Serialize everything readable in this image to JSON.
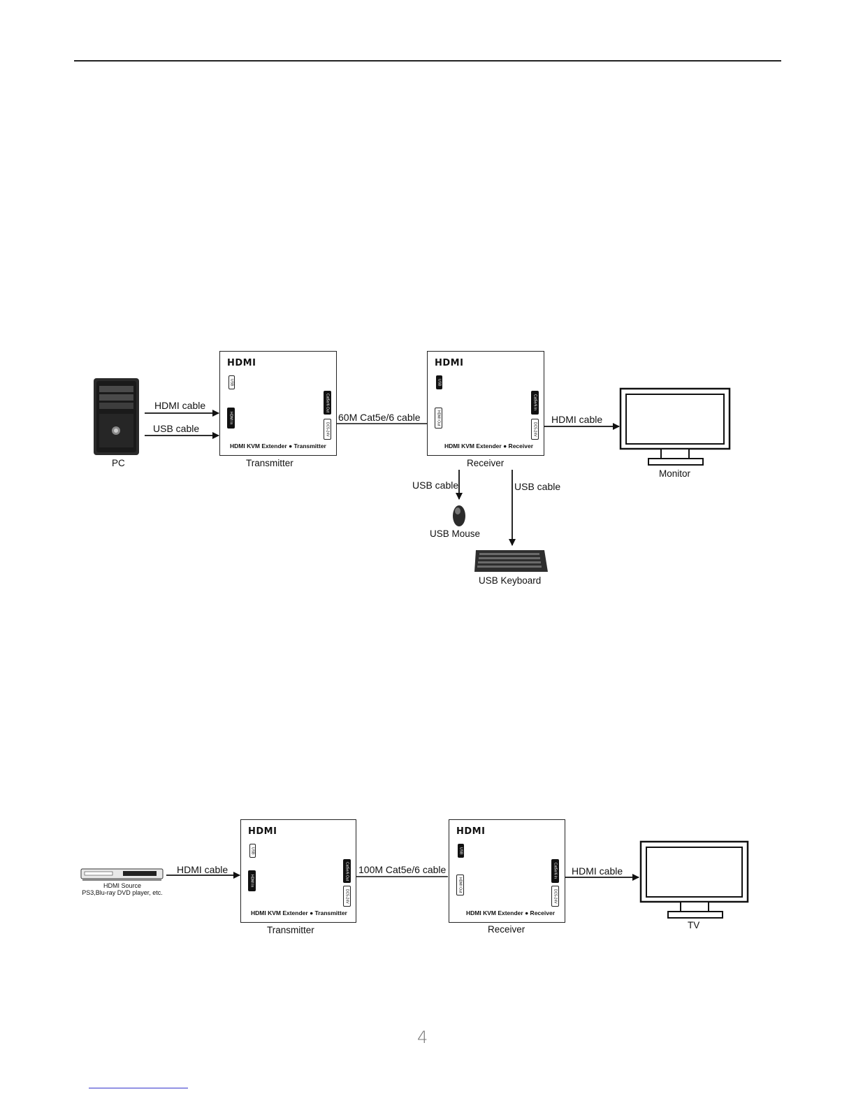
{
  "diagram1": {
    "pc_label": "PC",
    "hdmi_cable_1": "HDMI cable",
    "usb_cable_1": "USB cable",
    "transmitter": {
      "logo": "HDMI",
      "port_usb": "USB",
      "port_hdmi": "HDMI In",
      "port_cat": "Cat5e/6 Out",
      "port_dc": "DC5-24V",
      "caption": "HDMI  KVM Extender ● Transmitter",
      "label": "Transmitter"
    },
    "cat_cable": "60M Cat5e/6 cable",
    "receiver": {
      "logo": "HDMI",
      "port_usb": "USB",
      "port_hdmi": "HDMI Out",
      "port_cat": "Cat5e/6 In",
      "port_dc": "DC5-24V",
      "caption": "HDMI  KVM Extender ● Receiver",
      "label": "Receiver"
    },
    "hdmi_cable_2": "HDMI cable",
    "monitor_label": "Monitor",
    "usb_cable_mouse": "USB cable",
    "usb_cable_keyboard": "USB cable",
    "mouse_label": "USB Mouse",
    "keyboard_label": "USB Keyboard"
  },
  "diagram2": {
    "source_label_1": "HDMI Source",
    "source_label_2": "PS3,Blu-ray DVD player, etc.",
    "hdmi_cable_1": "HDMI cable",
    "transmitter": {
      "logo": "HDMI",
      "port_usb": "USB",
      "port_hdmi": "HDMI In",
      "port_cat": "Cat5e/6 Out",
      "port_dc": "DC5-24V",
      "caption": "HDMI  KVM Extender ● Transmitter",
      "label": "Transmitter"
    },
    "cat_cable": "100M Cat5e/6 cable",
    "receiver": {
      "logo": "HDMI",
      "port_usb": "USB",
      "port_hdmi": "HDMI Out",
      "port_cat": "Cat5e/6 In",
      "port_dc": "DC5-24V",
      "caption": "HDMI  KVM Extender ● Receiver",
      "label": "Receiver"
    },
    "hdmi_cable_2": "HDMI cable",
    "tv_label": "TV"
  },
  "page_number": "4"
}
